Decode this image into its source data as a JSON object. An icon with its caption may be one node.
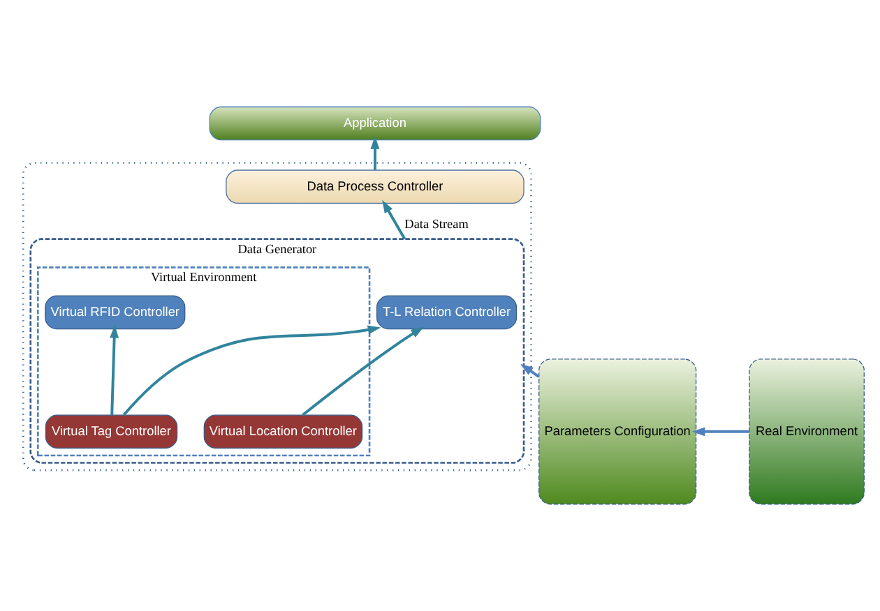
{
  "diagram": {
    "nodes": [
      {
        "text": [
          "Application"
        ]
      },
      {
        "text": [],
        "shape": "box"
      },
      {
        "text": [
          "Data Process Controller"
        ],
        "in": 1
      },
      {
        "text": [
          "Data Generator"
        ],
        "in": 1
      },
      {
        "text": [
          "Virtual Environment"
        ],
        "in": 3
      },
      {
        "text": [
          "T-L Relation Controller"
        ],
        "in": 3
      },
      {
        "text": [
          "Virtual RFID Controller"
        ],
        "in": 4
      },
      {
        "text": [
          "Virtual Location Controller"
        ],
        "in": 4
      },
      {
        "text": [
          "Virtual Tag Controller"
        ],
        "in": 4
      },
      {
        "text": [
          "Parameters Configuration"
        ]
      },
      {
        "text": [
          "Real Environment"
        ]
      }
    ],
    "edges": [
      {
        "from": 2,
        "to": 0,
        "arrow": "to"
      },
      {
        "from": 3,
        "to": 2,
        "arrow": "to",
        "label": "Data Stream"
      },
      {
        "from": 7,
        "to": 5,
        "arrow": "to"
      },
      {
        "from": 8,
        "to": 5,
        "arrow": "to"
      },
      {
        "from": 8,
        "to": 6,
        "arrow": "to"
      },
      {
        "from": 9,
        "to": 3,
        "arrow": "to",
        "color": "#4f81bd"
      },
      {
        "from": 10,
        "to": 9,
        "arrow": "to",
        "color": "#4f81bd"
      }
    ]
  }
}
